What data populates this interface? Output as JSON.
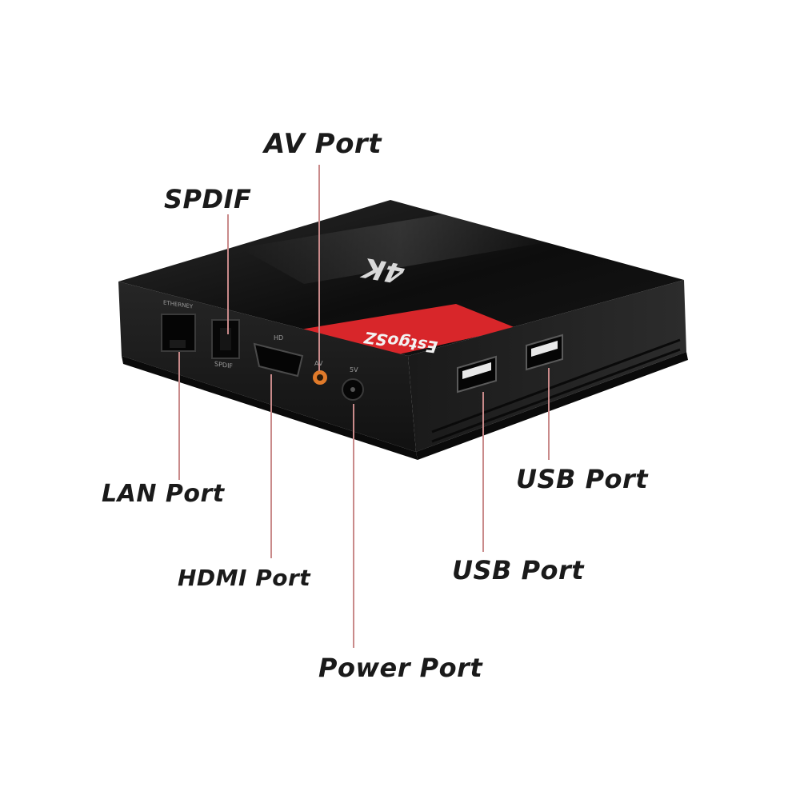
{
  "callouts": {
    "av_port": "AV Port",
    "spdif": "SPDIF",
    "lan_port": "LAN Port",
    "hdmi_port": "HDMI Port",
    "usb_port_right": "USB Port",
    "usb_port_left": "USB Port",
    "power_port": "Power Port"
  },
  "device_labels": {
    "ethernet": "ETHERNEY",
    "spdif": "SPDIF",
    "hd": "HD",
    "av": "AV",
    "power": "5V",
    "brand": "EstgoSZ",
    "model": "4K"
  },
  "colors": {
    "body": "#1b1b1b",
    "accent_red": "#d8262a",
    "leader_line": "#c98a8a",
    "av_jack": "#e07a2a"
  }
}
